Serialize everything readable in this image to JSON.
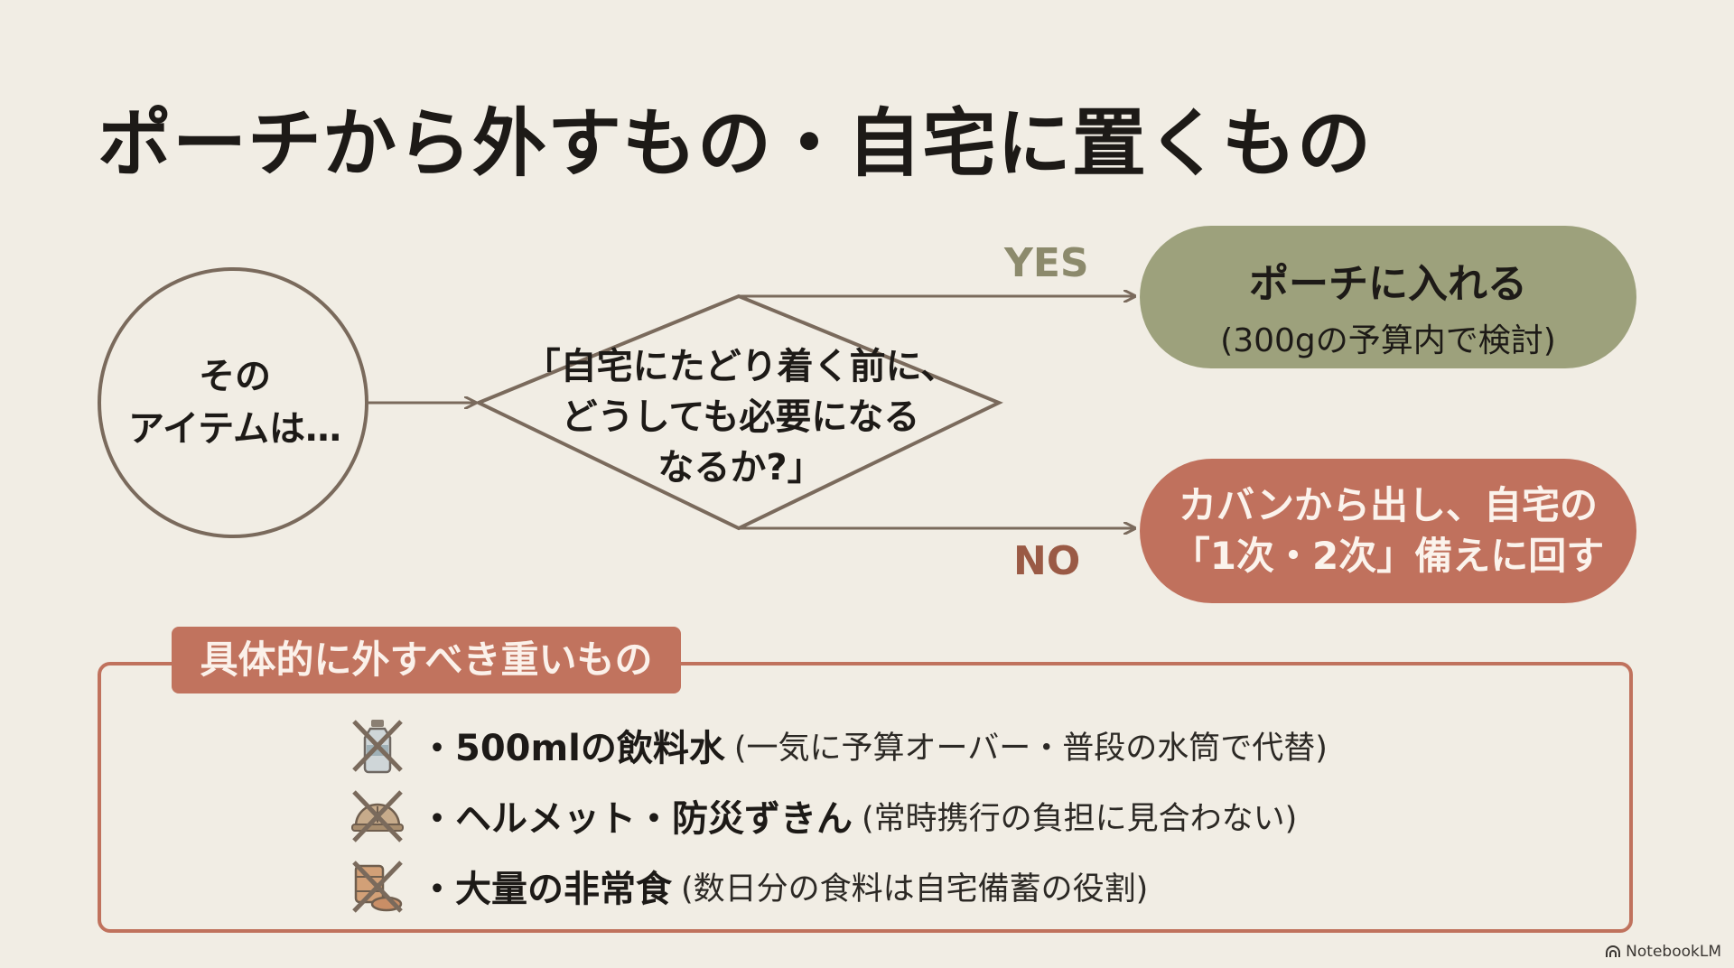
{
  "title": "ポーチから外すもの・自宅に置くもの",
  "flow": {
    "start_lines": [
      "その",
      "アイテムは…"
    ],
    "question_lines": [
      "「自宅にたどり着く前に、",
      "どうしても必要になる",
      "なるか?」"
    ],
    "yes_label": "YES",
    "no_label": "NO",
    "yes_box": {
      "main": "ポーチに入れる",
      "sub": "(300gの予算内で検討)"
    },
    "no_box": {
      "lines": [
        "カバンから出し、自宅の",
        "「1次・2次」備えに回す"
      ]
    }
  },
  "list": {
    "heading": "具体的に外すべき重いもの",
    "items": [
      {
        "main": "・500mlの飲料水",
        "note": "(一気に予算オーバー・普段の水筒で代替)",
        "icon": "water-bottle-crossed-icon"
      },
      {
        "main": "・ヘルメット・防災ずきん",
        "note": "(常時携行の負担に見合わない)",
        "icon": "helmet-crossed-icon"
      },
      {
        "main": "・大量の非常食",
        "note": "(数日分の食料は自宅備蓄の役割)",
        "icon": "canned-food-crossed-icon"
      }
    ]
  },
  "brand": "NotebookLM",
  "colors": {
    "background": "#f1ede4",
    "line": "#7a6a5c",
    "yes_fill": "#9da17c",
    "no_fill": "#c0715d",
    "accent": "#c1735e"
  }
}
